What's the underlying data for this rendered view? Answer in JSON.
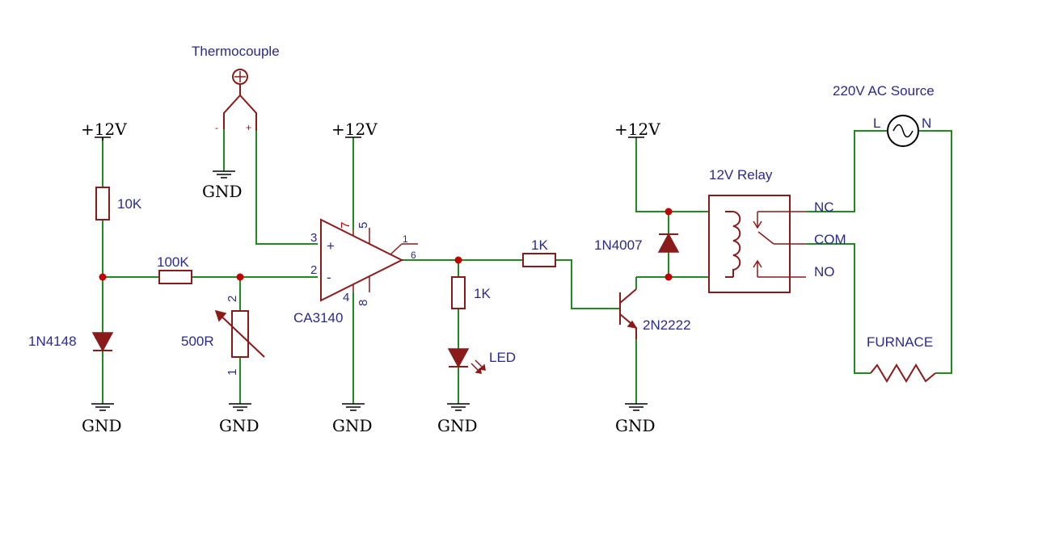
{
  "diagram": {
    "power": {
      "v12": "+12V",
      "gnd": "GND"
    },
    "labels": {
      "thermocouple": "Thermocouple",
      "tc_minus": "-",
      "tc_plus": "+",
      "r1": "10K",
      "r2": "100K",
      "d1": "1N4148",
      "pot": "500R",
      "opamp": "CA3140",
      "r_led": "1K",
      "led": "LED",
      "r_base": "1K",
      "d2": "1N4007",
      "transistor": "2N2222",
      "relay": "12V Relay",
      "nc": "NC",
      "com": "COM",
      "no": "NO",
      "ac_source": "220V AC Source",
      "ac_l": "L",
      "ac_n": "N",
      "furnace": "FURNACE"
    },
    "pins": {
      "op_in_plus": "3",
      "op_in_minus": "2",
      "op_out": "6",
      "op_pin1": "1",
      "op_v_plus": "7",
      "op_pin5": "5",
      "op_v_minus": "4",
      "op_pin8": "8",
      "op_sign_plus": "+",
      "op_sign_minus": "-",
      "pot_top": "2",
      "pot_bottom": "1"
    }
  }
}
